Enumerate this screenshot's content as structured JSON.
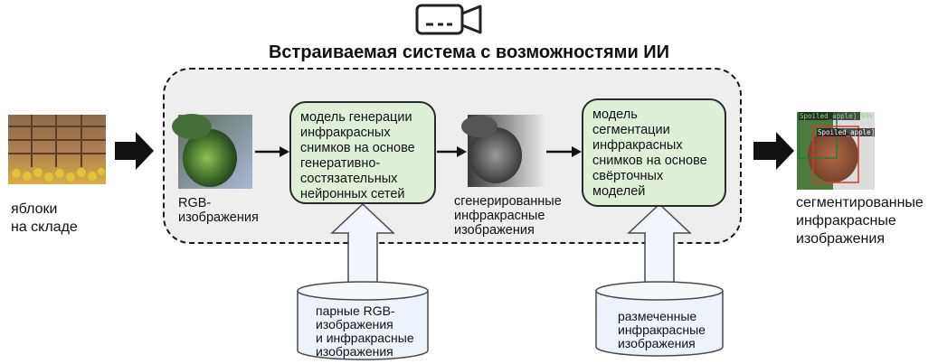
{
  "title": "Встраиваемая система с возможностями ИИ",
  "input": {
    "line1": "яблоки",
    "line2": "на складе"
  },
  "rgb_label": {
    "line1": "RGB-",
    "line2": "изображения"
  },
  "gan_model": {
    "lines": [
      "модель генерации",
      "инфракрасных",
      "снимков на основе",
      "генеративно-",
      "состязательных",
      "нейронных сетей"
    ]
  },
  "generated_label": {
    "lines": [
      "сгенерированные",
      "инфракрасные",
      "изображения"
    ]
  },
  "cnn_model": {
    "lines": [
      "модель",
      "сегментации",
      "инфракрасных",
      "снимков на основе",
      "свёрточных",
      "моделей"
    ]
  },
  "output_label": {
    "lines": [
      "сегментированные",
      "инфракрасные",
      "изображения"
    ]
  },
  "db_left": {
    "lines": [
      "парные RGB-",
      "изображения",
      "и инфракрасные",
      "изображения"
    ]
  },
  "db_right": {
    "lines": [
      "размеченные",
      "инфракрасные",
      "изображения"
    ]
  },
  "detections": {
    "label1": "Spoiled_apple] 99%",
    "label2": "Spoiled_apple] 1"
  },
  "icons": [
    "camera-icon"
  ],
  "colors": {
    "model_fill": "#dff0d6",
    "system_fill": "#eeeeee",
    "db_fill": "#eef2fa",
    "arrow": "#111111"
  }
}
